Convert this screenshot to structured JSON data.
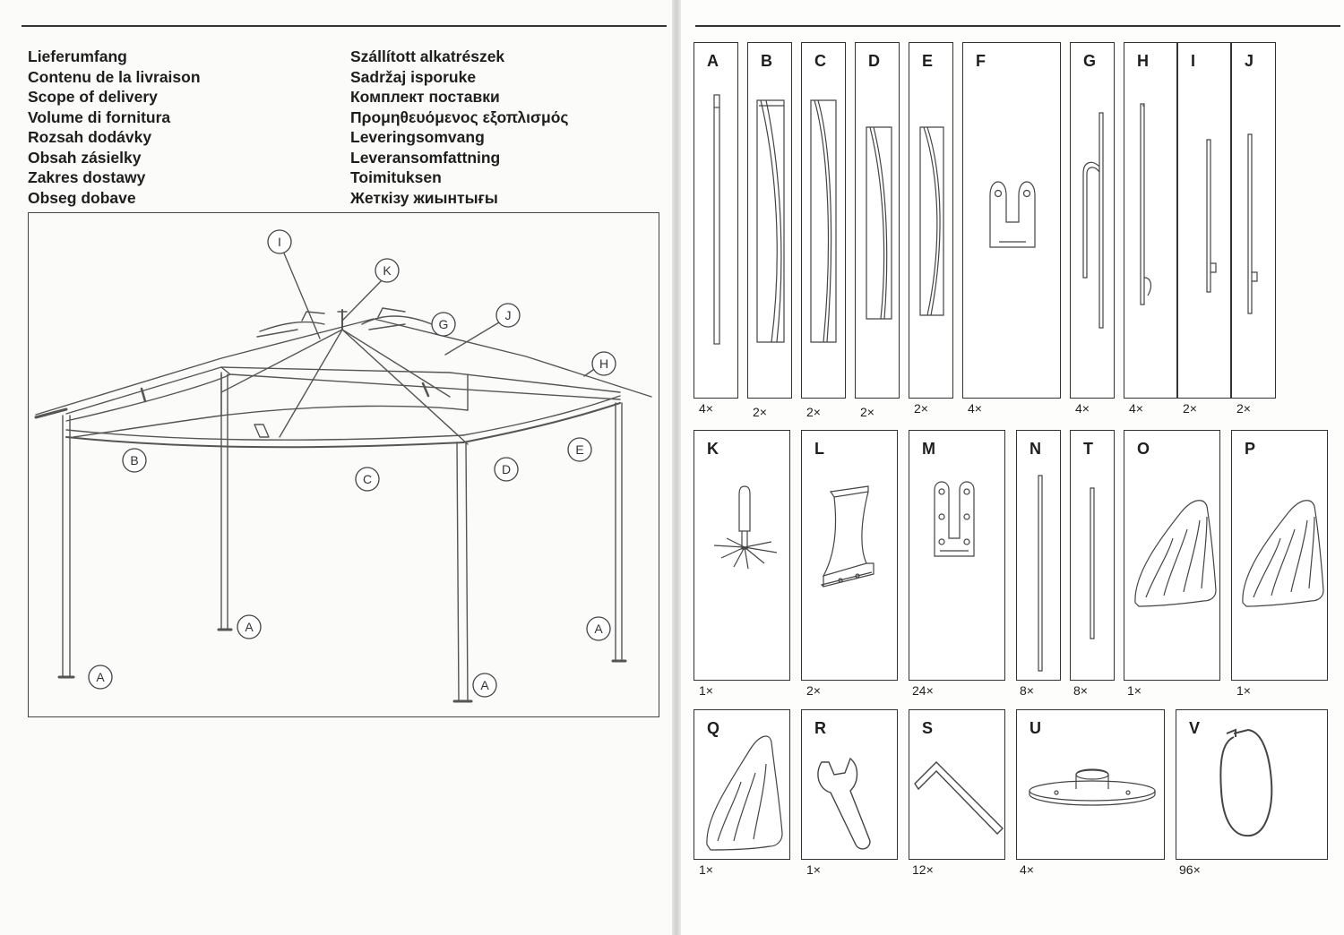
{
  "scope_titles_left": [
    "Lieferumfang",
    "Contenu de la livraison",
    "Scope of delivery",
    "Volume di fornitura",
    "Rozsah dodávky",
    "Obsah zásielky",
    "Zakres dostawy",
    "Obseg dobave"
  ],
  "scope_titles_right": [
    "Szállított alkatrészek",
    "Sadržaj isporuke",
    "Комплект поставки",
    "Προμηθευόμενος εξοπλισμός",
    "Leveringsomvang",
    "Leveransomfattning",
    "Toimituksen",
    "Жеткізу жиынтығы"
  ],
  "overview_callouts": [
    "I",
    "K",
    "G",
    "J",
    "H",
    "B",
    "C",
    "D",
    "E",
    "A",
    "A",
    "A",
    "A"
  ],
  "parts": [
    {
      "letter": "A",
      "qty": "4×"
    },
    {
      "letter": "B",
      "qty": "2×"
    },
    {
      "letter": "C",
      "qty": "2×"
    },
    {
      "letter": "D",
      "qty": "2×"
    },
    {
      "letter": "E",
      "qty": "2×"
    },
    {
      "letter": "F",
      "qty": "4×"
    },
    {
      "letter": "G",
      "qty": "4×"
    },
    {
      "letter": "H",
      "qty": "4×"
    },
    {
      "letter": "I",
      "qty": "2×"
    },
    {
      "letter": "J",
      "qty": "2×"
    },
    {
      "letter": "K",
      "qty": "1×"
    },
    {
      "letter": "L",
      "qty": "2×"
    },
    {
      "letter": "M",
      "qty": "24×"
    },
    {
      "letter": "N",
      "qty": "8×"
    },
    {
      "letter": "T",
      "qty": "8×"
    },
    {
      "letter": "O",
      "qty": "1×"
    },
    {
      "letter": "P",
      "qty": "1×"
    },
    {
      "letter": "Q",
      "qty": "1×"
    },
    {
      "letter": "R",
      "qty": "1×"
    },
    {
      "letter": "S",
      "qty": "12×"
    },
    {
      "letter": "U",
      "qty": "4×"
    },
    {
      "letter": "V",
      "qty": "96×"
    }
  ]
}
